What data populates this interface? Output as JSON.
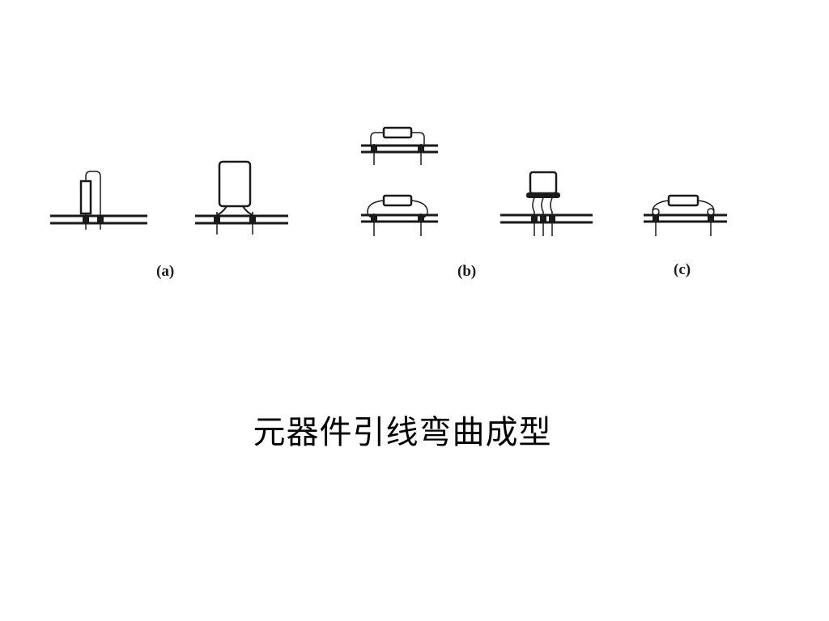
{
  "figure": {
    "labels": {
      "a": "(a)",
      "b": "(b)",
      "c": "(c)"
    }
  },
  "caption": "元器件引线弯曲成型",
  "colors": {
    "ink": "#1a1a1a",
    "board": "#2b2b2b",
    "background": "#ffffff"
  }
}
